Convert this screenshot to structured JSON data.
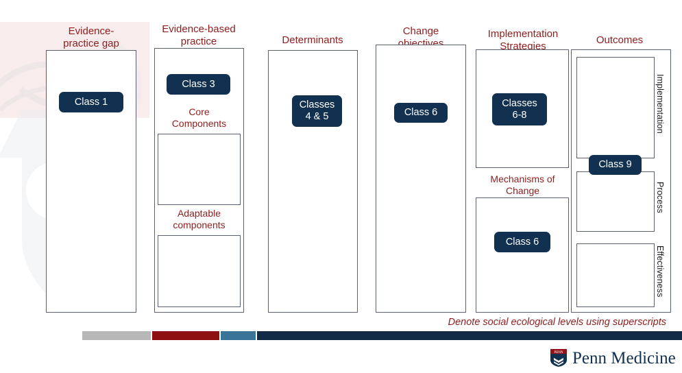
{
  "slide": {
    "columns": [
      {
        "id": "evidence-practice-gap",
        "title": "Evidence-practice gap",
        "title_lines": [
          "Evidence-",
          "practice gap"
        ],
        "pill": "Class 1"
      },
      {
        "id": "evidence-based-practice",
        "title": "Evidence-based practice",
        "title_lines": [
          "Evidence-based",
          "practice"
        ],
        "pill": "Class 3",
        "sublabels": [
          {
            "lines": [
              "Core",
              "Components"
            ]
          },
          {
            "lines": [
              "Adaptable",
              "components"
            ]
          }
        ]
      },
      {
        "id": "determinants",
        "title": "Determinants",
        "title_lines": [
          "Determinants"
        ],
        "pill_lines": [
          "Classes",
          "4 & 5"
        ]
      },
      {
        "id": "change-objectives",
        "title": "Change objectives",
        "title_lines": [
          "Change",
          "objectives"
        ],
        "pill": "Class 6"
      },
      {
        "id": "implementation-strategies",
        "title": "Implementation Strategies",
        "title_lines": [
          "Implementation",
          "Strategies"
        ],
        "pill_lines": [
          "Classes",
          "6-8"
        ],
        "sublabels": [
          {
            "lines": [
              "Mechanisms of",
              "Change"
            ]
          }
        ],
        "sub_pill": "Class 6"
      },
      {
        "id": "outcomes",
        "title": "Outcomes",
        "title_lines": [
          "Outcomes"
        ],
        "pill": "Class 9",
        "vertical_labels": [
          "Implementation",
          "Process",
          "Effectiveness"
        ]
      }
    ],
    "footnote": "Denote social ecological levels using superscripts",
    "logo": {
      "text": "Penn Medicine",
      "shield_text": "PENN"
    },
    "colors": {
      "navy": "#12304f",
      "dark_red": "#8f1d1d",
      "bar_gray": "#b7b7b7",
      "bar_red": "#8e1111",
      "bar_teal": "#3a7496",
      "bar_navy": "#112a46",
      "box_border": "#5a6070"
    }
  }
}
